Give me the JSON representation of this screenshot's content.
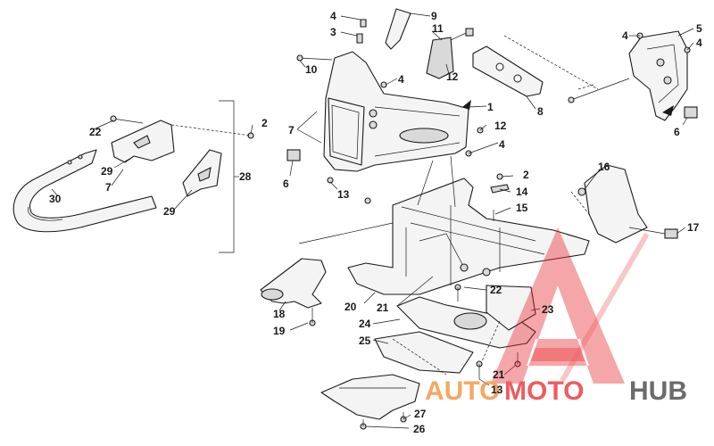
{
  "diagram": {
    "callouts": [
      "1",
      "2",
      "3",
      "4",
      "5",
      "6",
      "7",
      "8",
      "9",
      "10",
      "11",
      "12",
      "13",
      "14",
      "15",
      "16",
      "17",
      "18",
      "19",
      "20",
      "21",
      "22",
      "23",
      "24",
      "25",
      "26",
      "27",
      "28",
      "29",
      "30"
    ]
  },
  "watermark": {
    "part1": "AUTO",
    "part2": "MOTO",
    "part3": "HUB",
    "colors": {
      "triangle": "#e8262b",
      "auto": "#f28a30",
      "moto": "#e8262b",
      "hub": "#3a3a3a"
    }
  }
}
